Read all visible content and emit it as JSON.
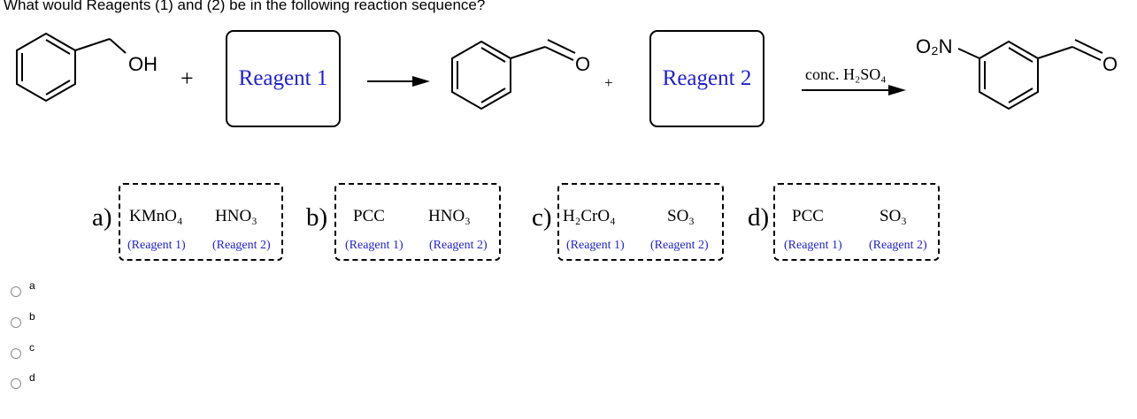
{
  "question": "What would Reagents (1) and (2) be in the following reaction sequence?",
  "scheme": {
    "oh_label": "OH",
    "o_label": "O",
    "no2_label": "O₂N",
    "plus": "+",
    "reagent1_label": "Reagent 1",
    "reagent2_label": "Reagent 2",
    "condition": "conc. H₂SO₄"
  },
  "choices": [
    {
      "letter": "a)",
      "r1": "KMnO₄",
      "r2": "HNO₃",
      "tag1": "(Reagent 1)",
      "tag2": "(Reagent 2)"
    },
    {
      "letter": "b)",
      "r1": "PCC",
      "r2": "HNO₃",
      "tag1": "(Reagent 1)",
      "tag2": "(Reagent 2)"
    },
    {
      "letter": "c)",
      "r1": "H₂CrO₄",
      "r2": "SO₃",
      "tag1": "(Reagent 1)",
      "tag2": "(Reagent 2)"
    },
    {
      "letter": "d)",
      "r1": "PCC",
      "r2": "SO₃",
      "tag1": "(Reagent 1)",
      "tag2": "(Reagent 2)"
    }
  ],
  "options": [
    {
      "label": "a"
    },
    {
      "label": "b"
    },
    {
      "label": "c"
    },
    {
      "label": "d"
    }
  ],
  "colors": {
    "reagent_text": "#1f1fd0",
    "radio_border": "#8a8a8a"
  }
}
